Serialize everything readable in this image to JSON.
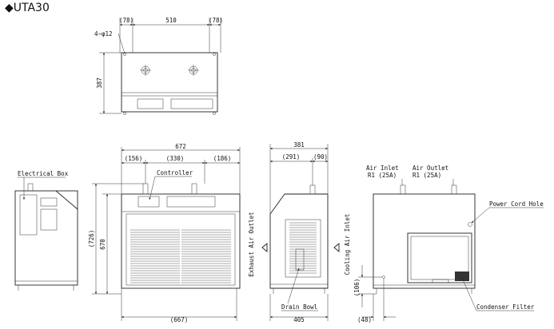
{
  "title": "◆UTA30",
  "top_view": {
    "dim_left": "(78)",
    "dim_center": "510",
    "dim_right": "(78)",
    "hole_label": "4−φ12",
    "dim_depth": "387"
  },
  "front_view": {
    "dim_overall": "672",
    "dim_seg1": "(156)",
    "dim_seg2": "(330)",
    "dim_seg3": "(186)",
    "controller_label": "Controller",
    "electrical_box_label": "Electrical Box",
    "dim_total_height": "(726)",
    "dim_body_height": "670",
    "dim_bottom": "(667)"
  },
  "side_view": {
    "dim_overall": "381",
    "dim_seg1": "(291)",
    "dim_seg2": "(90)",
    "exhaust_label": "Exhaust Air Outlet",
    "cooling_label": "Cooling Air Inlet",
    "drain_label": "Drain Bowl",
    "dim_bottom": "405"
  },
  "rear_view": {
    "air_inlet_label": "Air Inlet",
    "air_inlet_size": "R1 (25A)",
    "air_outlet_label": "Air Outlet",
    "air_outlet_size": "R1 (25A)",
    "power_cord_label": "Power Cord Hole",
    "condenser_label": "Condenser Filter",
    "dim_height": "(106)",
    "dim_offset": "(48)"
  }
}
